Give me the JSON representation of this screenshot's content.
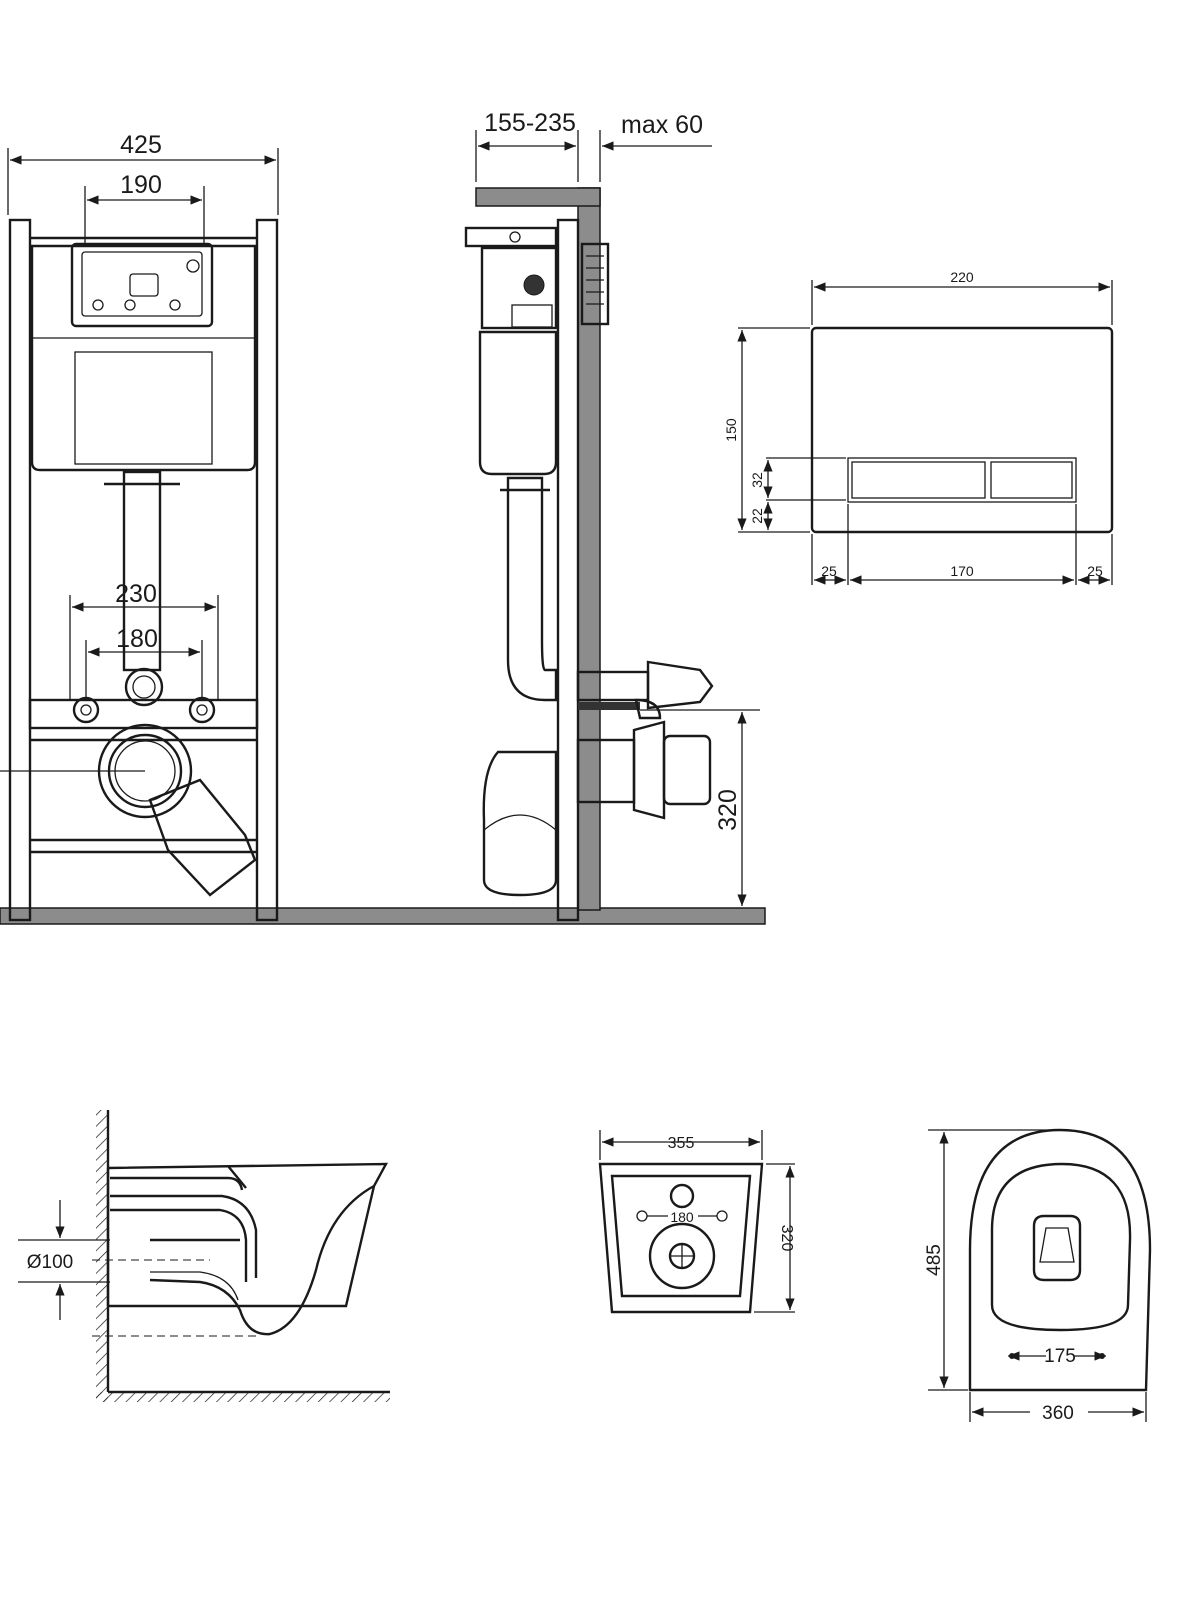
{
  "frame_front": {
    "width_total": "425",
    "width_top": "190",
    "width_studs": "230",
    "width_inner": "180"
  },
  "frame_side": {
    "depth": "155-235",
    "max": "max 60",
    "height_outlet": "320"
  },
  "flush_plate": {
    "width": "220",
    "height": "150",
    "button_h": "32",
    "bottom_gap": "22",
    "left_margin": "25",
    "button_w": "170",
    "right_margin": "25"
  },
  "bowl_side": {
    "drain_diameter": "Ø100"
  },
  "bowl_back": {
    "width": "355",
    "height": "320",
    "holes": "180"
  },
  "bowl_top": {
    "length": "485",
    "width": "360",
    "seat_width": "175"
  },
  "colors": {
    "line": "#1a1a1a",
    "wall": "#8c8c8c"
  }
}
